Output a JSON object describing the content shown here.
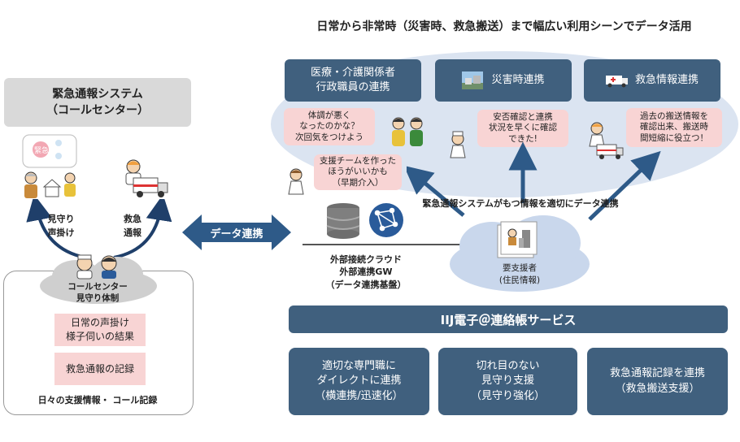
{
  "header": {
    "title": "日常から非常時（災害時、救急搬送）まで幅広い利用シーンでデータ活用"
  },
  "scenes": [
    {
      "line1": "医療・介護関係者",
      "line2": "行政職員の連携"
    },
    {
      "line1": "災害時連携"
    },
    {
      "line1": "救急情報連携"
    }
  ],
  "bubbles": {
    "b1": {
      "l1": "体調が悪く",
      "l2": "なったのかな？",
      "l3": "次回気をつけよう"
    },
    "b2": {
      "l1": "支援チームを作った",
      "l2": "ほうがいいかも",
      "l3": "（早期介入）"
    },
    "b3": {
      "l1": "安否確認と連携",
      "l2": "状況を早くに確認",
      "l3": "できた!"
    },
    "b4": {
      "l1": "過去の搬送情報を",
      "l2": "確認出来、搬送時",
      "l3": "間短縮に役立つ！"
    }
  },
  "left": {
    "system_title_l1": "緊急通報システム",
    "system_title_l2": "（コールセンター）",
    "watch_l1": "見守り",
    "watch_l2": "声掛け",
    "emergency_l1": "救急",
    "emergency_l2": "通報",
    "device_label": "緊急",
    "center_l1": "コールセンター",
    "center_l2": "見守り体制",
    "record1_l1": "日常の声掛け",
    "record1_l2": "様子伺いの結果",
    "record2": "救急通報の記録",
    "footer": "日々の支援情報・ コール記録"
  },
  "middle": {
    "link_arrow": "データ連携",
    "gw_l1": "外部接続クラウド",
    "gw_l2": "外部連携GW",
    "gw_l3": "（データ連携基盤）",
    "cloud_caption": "緊急通報システムがもつ情報を適切にデータ連携",
    "resident_l1": "要支援者",
    "resident_l2": "(住民情報)"
  },
  "service": {
    "name": "IIJ電子＠連絡帳サービス"
  },
  "benefits": [
    {
      "l1": "適切な専門職に",
      "l2": "ダイレクトに連携",
      "l3": "（横連携/迅速化）"
    },
    {
      "l1": "切れ目のない",
      "l2": "見守り支援",
      "l3": "（見守り強化）"
    },
    {
      "l1": "救急通報記録を連携",
      "l2": "（救急搬送支援）"
    }
  ],
  "colors": {
    "navy": "#40607e",
    "pink": "#f8d4d4",
    "oval": "#dbe4f1",
    "gray_box": "#d9d9d9",
    "cloud": "#c9d7ec",
    "arrow": "#2e5a88"
  }
}
